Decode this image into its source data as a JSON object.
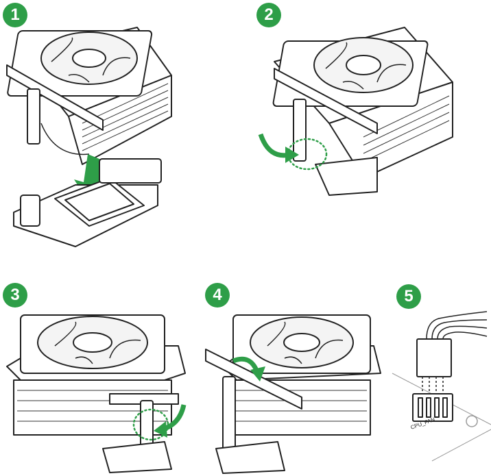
{
  "steps": [
    {
      "number": "1"
    },
    {
      "number": "2"
    },
    {
      "number": "3"
    },
    {
      "number": "4"
    },
    {
      "number": "5"
    }
  ],
  "connector": {
    "label": "CPU_FAN"
  },
  "colors": {
    "accent": "#2e9e48",
    "line": "#222222"
  }
}
